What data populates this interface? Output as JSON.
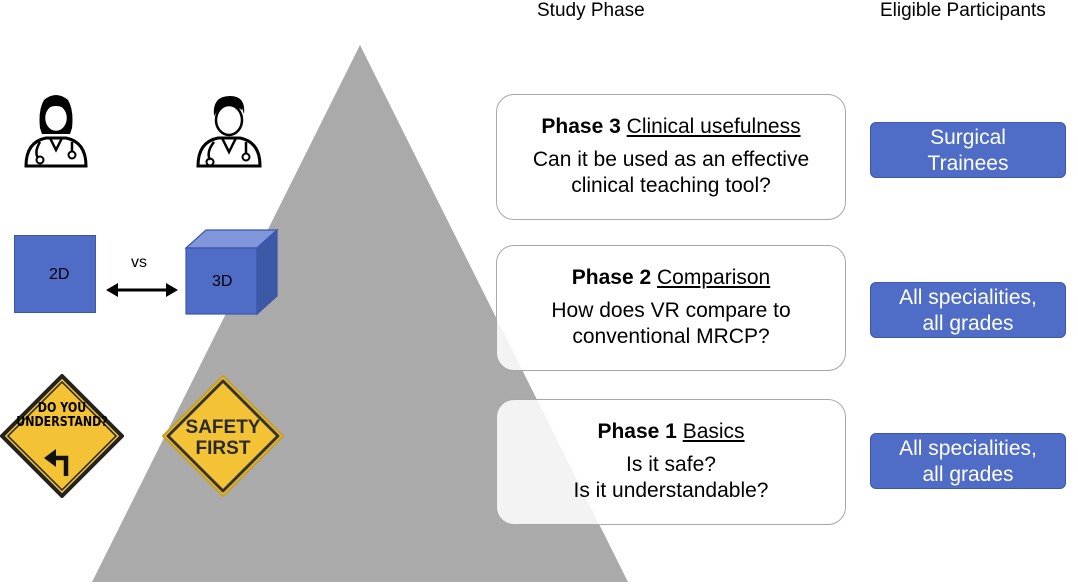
{
  "headers": {
    "study_phase": "Study Phase",
    "eligible_participants": "Eligible Participants"
  },
  "phases": [
    {
      "number_label": "Phase 3",
      "name": "Clinical usefulness",
      "question_line1": "Can it be used as an effective",
      "question_line2": "clinical teaching tool?",
      "participants_line1": "Surgical",
      "participants_line2": "Trainees"
    },
    {
      "number_label": "Phase 2",
      "name": "Comparison",
      "question_line1": "How does VR compare to",
      "question_line2": "conventional MRCP?",
      "participants_line1": "All specialities,",
      "participants_line2": "all grades"
    },
    {
      "number_label": "Phase 1",
      "name": "Basics",
      "question_line1": "Is it safe?",
      "question_line2": "Is it understandable?",
      "participants_line1": "All specialities,",
      "participants_line2": "all grades"
    }
  ],
  "comparison": {
    "flat_label": "2D",
    "vs_label": "vs",
    "cube_label": "3D"
  },
  "signs": {
    "understand_line1": "DO YOU",
    "understand_line2": "UNDERSTAND?",
    "safety_line1": "SAFETY",
    "safety_line2": "FIRST"
  },
  "colors": {
    "pyramid": "#aaaaaa",
    "badge": "#4f6cc6",
    "square": "#4f6cc6",
    "sign": "#f3c335"
  },
  "icons": [
    "female-doctor-icon",
    "male-doctor-icon",
    "double-arrow-icon",
    "turn-left-arrow-icon"
  ]
}
